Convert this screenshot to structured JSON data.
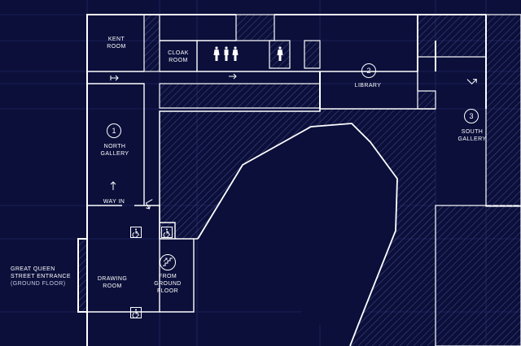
{
  "colors": {
    "background": "#0b0f3a",
    "wall": "#ffffff",
    "grid": "#2a3170",
    "hatch": "#3d4682"
  },
  "labels": {
    "kent_room": [
      "KENT",
      "ROOM"
    ],
    "cloak_room": [
      "CLOAK",
      "ROOM"
    ],
    "library": "LIBRARY",
    "north_gallery": [
      "NORTH",
      "GALLERY"
    ],
    "south_gallery": [
      "SOUTH",
      "GALLERY"
    ],
    "way_in": "WAY IN",
    "drawing_room": [
      "DRAWING",
      "ROOM"
    ],
    "from_ground_floor": [
      "FROM",
      "GROUND",
      "FLOOR"
    ],
    "entrance": [
      "GREAT QUEEN",
      "STREET ENTRANCE"
    ],
    "entrance_sub": "(GROUND FLOOR)"
  },
  "room_numbers": {
    "north_gallery": "1",
    "library": "2",
    "south_gallery": "3"
  },
  "icons": {
    "toilets": "toilets-icon",
    "female_toilet": "female-toilet-icon",
    "accessible": "wheelchair-icon",
    "stairs": "stairs-icon",
    "arrows": "direction-arrow-icon"
  }
}
